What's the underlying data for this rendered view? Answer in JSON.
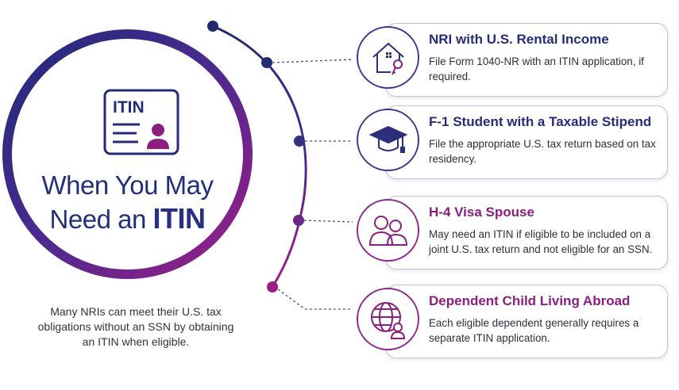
{
  "hero": {
    "card_label": "ITIN",
    "title_line1": "When You May",
    "title_line2_prefix": "Need an ",
    "title_line2_bold": "ITIN"
  },
  "caption": "Many NRIs can meet their U.S. tax obligations without an SSN by obtaining an ITIN when eligible.",
  "items": [
    {
      "icon": "house-key-icon",
      "title": "NRI with U.S. Rental Income",
      "text": "File Form 1040-NR with an ITIN application, if required."
    },
    {
      "icon": "graduation-cap-icon",
      "title": "F-1 Student with a Taxable Stipend",
      "text": "File the appropriate U.S. tax return based on tax residency."
    },
    {
      "icon": "two-people-icon",
      "title": "H-4 Visa Spouse",
      "text": "May need an ITIN if eligible to be included on a joint U.S. tax return and not eligible for an SSN."
    },
    {
      "icon": "globe-person-icon",
      "title": "Dependent Child Living Abroad",
      "text": "Each eligible dependent generally requires a separate ITIN application."
    }
  ],
  "colors": {
    "navy": "#22307a",
    "purple": "#4b2a8f",
    "magenta": "#a01d86",
    "border": "#c7bdd9"
  }
}
